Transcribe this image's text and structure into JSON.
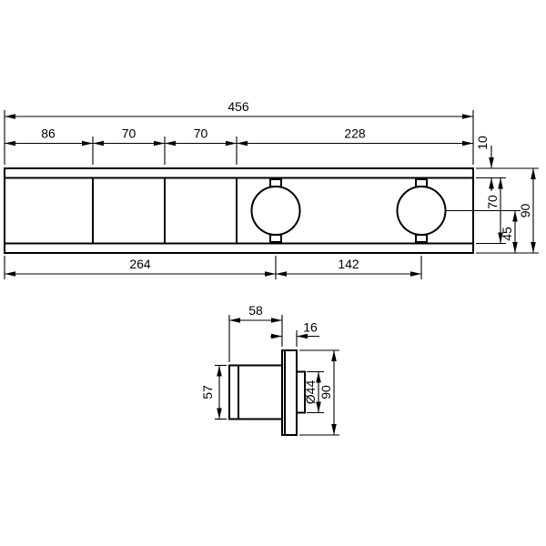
{
  "drawing": {
    "type": "technical-dimension-drawing",
    "front_view": {
      "width_total": "456",
      "segments": [
        "86",
        "70",
        "70",
        "228"
      ],
      "right": {
        "top_offset": "10",
        "inner_height": "70",
        "center_to_bottom": "45",
        "total_height": "90"
      },
      "bottom": {
        "edge_to_first_handle": "264",
        "handle_spacing": "142"
      }
    },
    "side_view": {
      "body_depth": "58",
      "plate_thickness": "16",
      "body_height": "57",
      "handle_diameter": "Ø44",
      "total_height": "90"
    }
  }
}
